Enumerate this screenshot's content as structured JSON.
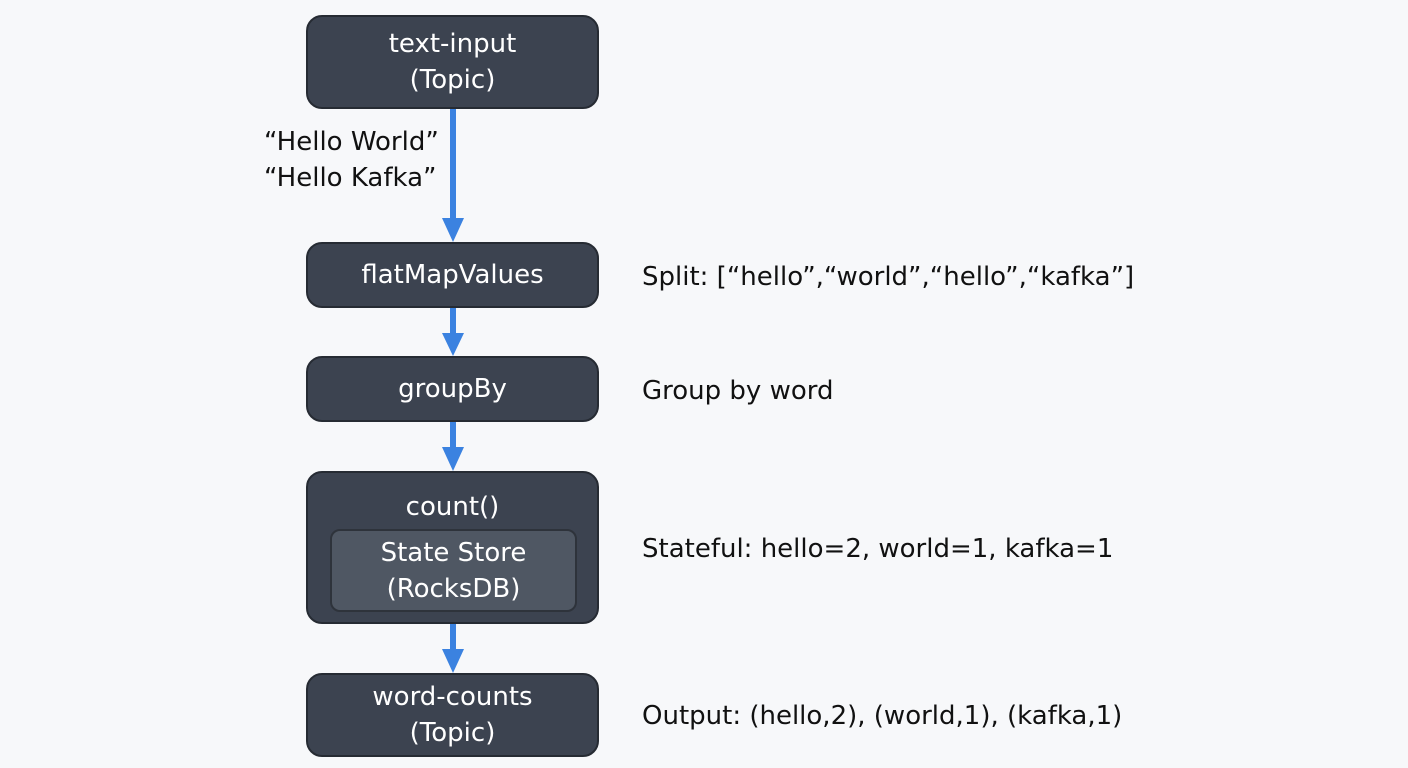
{
  "nodes": {
    "text_input": {
      "line1": "text-input",
      "line2": "(Topic)"
    },
    "flatmap": {
      "label": "flatMapValues"
    },
    "groupby": {
      "label": "groupBy"
    },
    "count": {
      "label": "count()",
      "store": {
        "line1": "State Store",
        "line2": "(RocksDB)"
      }
    },
    "word_counts": {
      "line1": "word-counts",
      "line2": "(Topic)"
    }
  },
  "edge_labels": {
    "input_records": [
      "“Hello World”",
      "“Hello Kafka”"
    ]
  },
  "notes": {
    "flatmap": "Split: [“hello”,“world”,“hello”,“kafka”]",
    "groupby": "Group by word",
    "count": "Stateful: hello=2, world=1, kafka=1",
    "output": "Output: (hello,2), (world,1), (kafka,1)"
  },
  "colors": {
    "node_fill": "#3c4350",
    "node_border": "#262b33",
    "store_fill": "#4f5763",
    "arrow": "#3b82e0",
    "background": "#f7f8fa"
  }
}
